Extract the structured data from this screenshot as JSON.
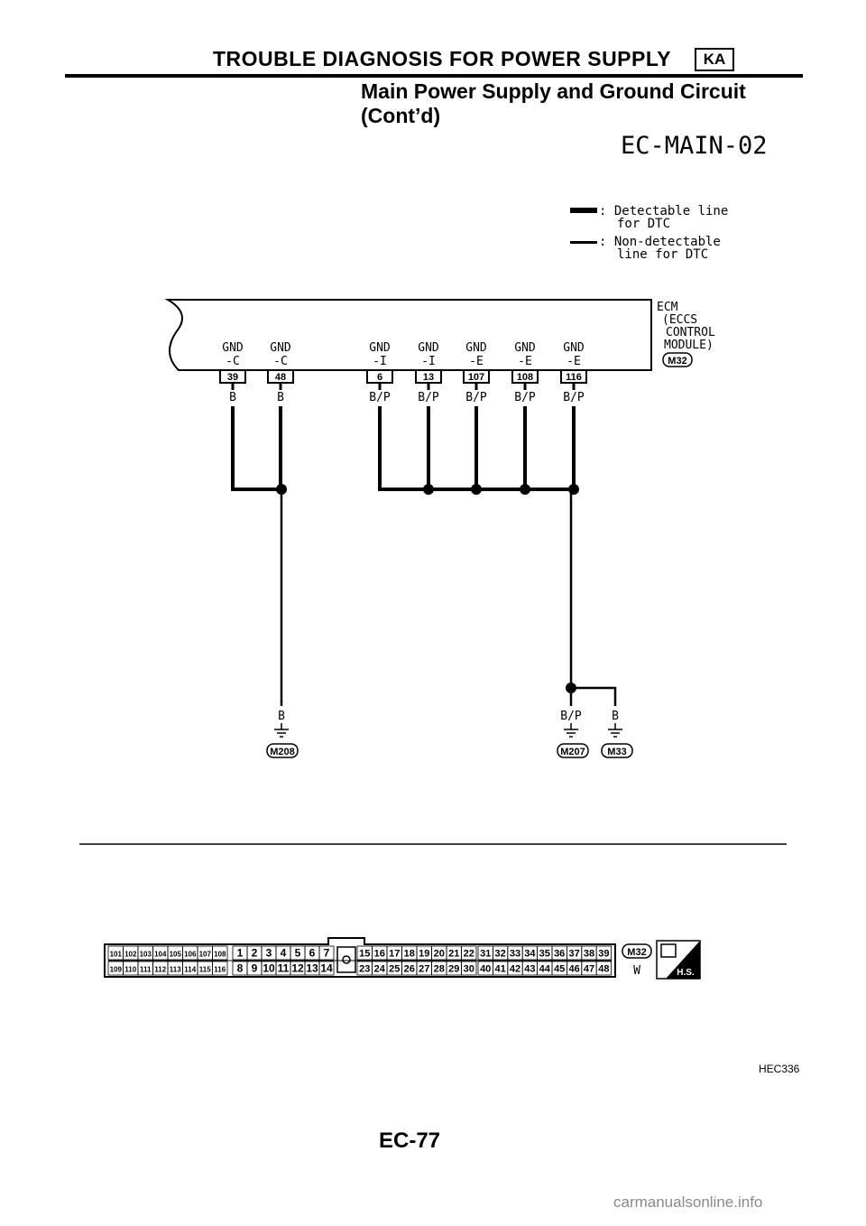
{
  "header": {
    "title": "TROUBLE DIAGNOSIS FOR POWER SUPPLY",
    "badge": "KA",
    "subtitle_line1": "Main Power Supply and Ground Circuit",
    "subtitle_line2": "(Cont’d)"
  },
  "diagram": {
    "code": "EC-MAIN-02",
    "legend": {
      "detectable_line1": ": Detectable line",
      "detectable_line2": "for DTC",
      "nondetectable_line1": ": Non-detectable",
      "nondetectable_line2": "line for DTC"
    },
    "ecm": {
      "name_line1": "ECM",
      "name_line2": "(ECCS",
      "name_line3": "CONTROL",
      "name_line4": "MODULE)",
      "connector": "M32"
    },
    "terminals": [
      {
        "gnd": "GND",
        "type": "-C",
        "pin": "39",
        "wire": "B"
      },
      {
        "gnd": "GND",
        "type": "-C",
        "pin": "48",
        "wire": "B"
      },
      {
        "gnd": "GND",
        "type": "-I",
        "pin": "6",
        "wire": "B/P"
      },
      {
        "gnd": "GND",
        "type": "-I",
        "pin": "13",
        "wire": "B/P"
      },
      {
        "gnd": "GND",
        "type": "-E",
        "pin": "107",
        "wire": "B/P"
      },
      {
        "gnd": "GND",
        "type": "-E",
        "pin": "108",
        "wire": "B/P"
      },
      {
        "gnd": "GND",
        "type": "-E",
        "pin": "116",
        "wire": "B/P"
      }
    ],
    "grounds": [
      {
        "wire": "B",
        "connector": "M208"
      },
      {
        "wire": "B/P",
        "connector": "M207"
      },
      {
        "wire": "B",
        "connector": "M33"
      }
    ]
  },
  "connector_view": {
    "left_block": {
      "row1": [
        "101",
        "102",
        "103",
        "104",
        "105",
        "106",
        "107",
        "108"
      ],
      "row2": [
        "109",
        "110",
        "111",
        "112",
        "113",
        "114",
        "115",
        "116"
      ]
    },
    "mid_block": {
      "row1": [
        "1",
        "2",
        "3",
        "4",
        "5",
        "6",
        "7"
      ],
      "row2": [
        "8",
        "9",
        "10",
        "11",
        "12",
        "13",
        "14"
      ]
    },
    "block3": {
      "row1": [
        "15",
        "16",
        "17",
        "18",
        "19",
        "20",
        "21",
        "22"
      ],
      "row2": [
        "23",
        "24",
        "25",
        "26",
        "27",
        "28",
        "29",
        "30"
      ]
    },
    "block4": {
      "row1": [
        "31",
        "32",
        "33",
        "34",
        "35",
        "36",
        "37",
        "38",
        "39"
      ],
      "row2": [
        "40",
        "41",
        "42",
        "43",
        "44",
        "45",
        "46",
        "47",
        "48"
      ]
    },
    "connector_id": "M32",
    "color": "W",
    "hs_label": "H.S."
  },
  "footer": {
    "figure_code": "HEC336",
    "page": "EC-77",
    "watermark": "carmanualsonline.info"
  }
}
